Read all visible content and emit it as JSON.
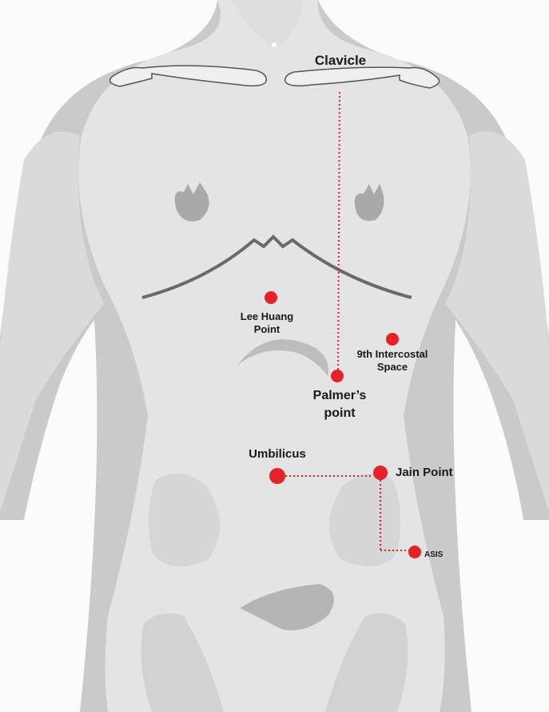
{
  "labels": {
    "clavicle": "Clavicle",
    "lee_huang_1": "Lee Huang",
    "lee_huang_2": "Point",
    "intercostal_1": "9th Intercostal",
    "intercostal_2": "Space",
    "palmer_1": "Palmer’s",
    "palmer_2": "point",
    "umbilicus": "Umbilicus",
    "jain": "Jain Point",
    "asis": "ASIS"
  },
  "colors": {
    "marker": "#e42228",
    "body_light": "#e4e4e4",
    "body_dark": "#c9c9c9",
    "outline": "#666666"
  }
}
